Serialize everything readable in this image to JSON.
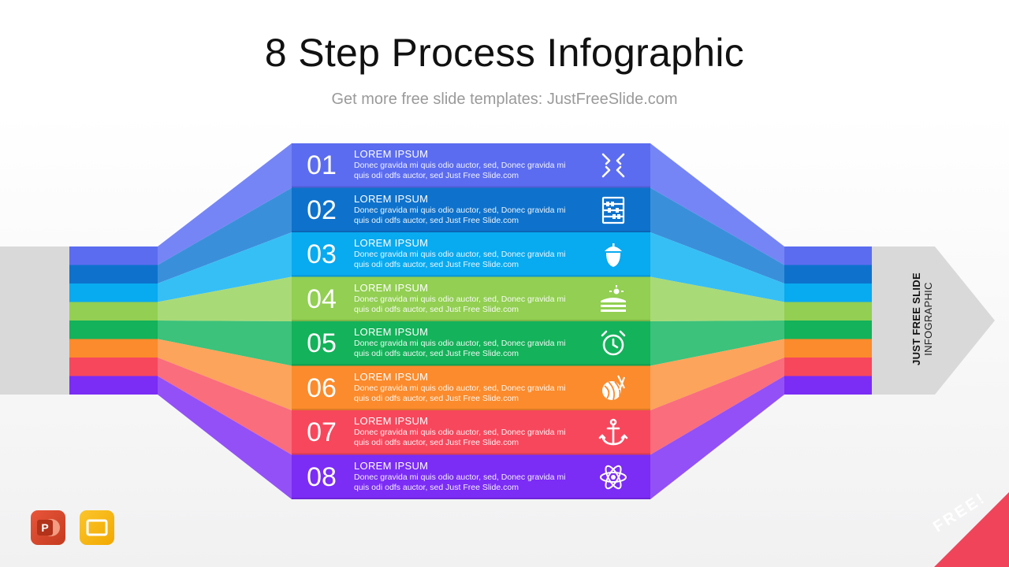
{
  "title": "8 Step Process Infographic",
  "subtitle": "Get more free slide templates: JustFreeSlide.com",
  "side_label": {
    "line1": "JUST FREE SLIDE",
    "line2": "INFOGRAPHIC"
  },
  "badge": "FREE!",
  "apps": [
    {
      "name": "PowerPoint",
      "icon": "powerpoint-icon"
    },
    {
      "name": "Google Slides",
      "icon": "google-slides-icon"
    }
  ],
  "colors": {
    "arrow_gray": "#d9d9d9",
    "badge_red": "#f0445a"
  },
  "steps": [
    {
      "number": "01",
      "heading": "LOREM IPSUM",
      "desc": "Donec gravida mi quis odio auctor, sed, Donec gravida mi quis odi odfs auctor, sed Just Free Slide.com",
      "icon": "frustrated-face-icon",
      "color": "#5b6cf0",
      "wing": "#7685f5"
    },
    {
      "number": "02",
      "heading": "LOREM IPSUM",
      "desc": "Donec gravida mi quis odio auctor, sed, Donec gravida mi quis odi odfs auctor, sed Just Free Slide.com",
      "icon": "abacus-icon",
      "color": "#0e72cc",
      "wing": "#3a8fdb"
    },
    {
      "number": "03",
      "heading": "LOREM IPSUM",
      "desc": "Donec gravida mi quis odio auctor, sed, Donec gravida mi quis odi odfs auctor, sed Just Free Slide.com",
      "icon": "acorn-icon",
      "color": "#08aaf0",
      "wing": "#36bff5"
    },
    {
      "number": "04",
      "heading": "LOREM IPSUM",
      "desc": "Donec gravida mi quis odio auctor, sed, Donec gravida mi quis odi odfs auctor, sed Just Free Slide.com",
      "icon": "field-sun-icon",
      "color": "#92cf52",
      "wing": "#a9da78"
    },
    {
      "number": "05",
      "heading": "LOREM IPSUM",
      "desc": "Donec gravida mi quis odio auctor, sed, Donec gravida mi quis odi odfs auctor, sed Just Free Slide.com",
      "icon": "alarm-clock-icon",
      "color": "#14b25a",
      "wing": "#3cc27a"
    },
    {
      "number": "06",
      "heading": "LOREM IPSUM",
      "desc": "Donec gravida mi quis odio auctor, sed, Donec gravida mi quis odi odfs auctor, sed Just Free Slide.com",
      "icon": "yarn-ball-icon",
      "color": "#fb8b2c",
      "wing": "#fca45b"
    },
    {
      "number": "07",
      "heading": "LOREM IPSUM",
      "desc": "Donec gravida mi quis odio auctor, sed, Donec gravida mi quis odi odfs auctor, sed Just Free Slide.com",
      "icon": "anchor-icon",
      "color": "#f7475c",
      "wing": "#fa6d7d"
    },
    {
      "number": "08",
      "heading": "LOREM IPSUM",
      "desc": "Donec gravida mi quis odio auctor, sed, Donec gravida mi quis odi odfs auctor, sed Just Free Slide.com",
      "icon": "atom-icon",
      "color": "#7b2cf5",
      "wing": "#9350f7"
    }
  ]
}
